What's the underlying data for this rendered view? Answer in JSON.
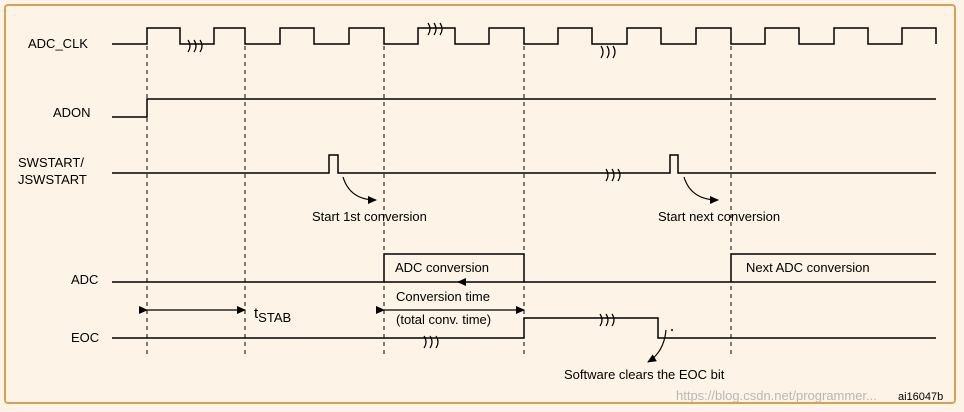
{
  "signals": {
    "adc_clk": "ADC_CLK",
    "adon": "ADON",
    "swstart_1": "SWSTART/",
    "swstart_2": "JSWSTART",
    "adc": "ADC",
    "eoc": "EOC"
  },
  "annotations": {
    "start_first": "Start 1st conversion",
    "start_next": "Start next conversion",
    "adc_conversion": "ADC conversion",
    "next_adc_conversion": "Next ADC conversion",
    "conversion_time": "Conversion time",
    "total_conv_time": "(total conv. time)",
    "tstab_main": "t",
    "tstab_sub": "STAB",
    "software_clears": "Software clears the EOC bit",
    "figure_id": "ai16047b"
  },
  "watermark": "https://blog.csdn.net/programmer...",
  "colors": {
    "background": "#fdf3e6",
    "border": "#d7a052",
    "line": "#000000"
  }
}
